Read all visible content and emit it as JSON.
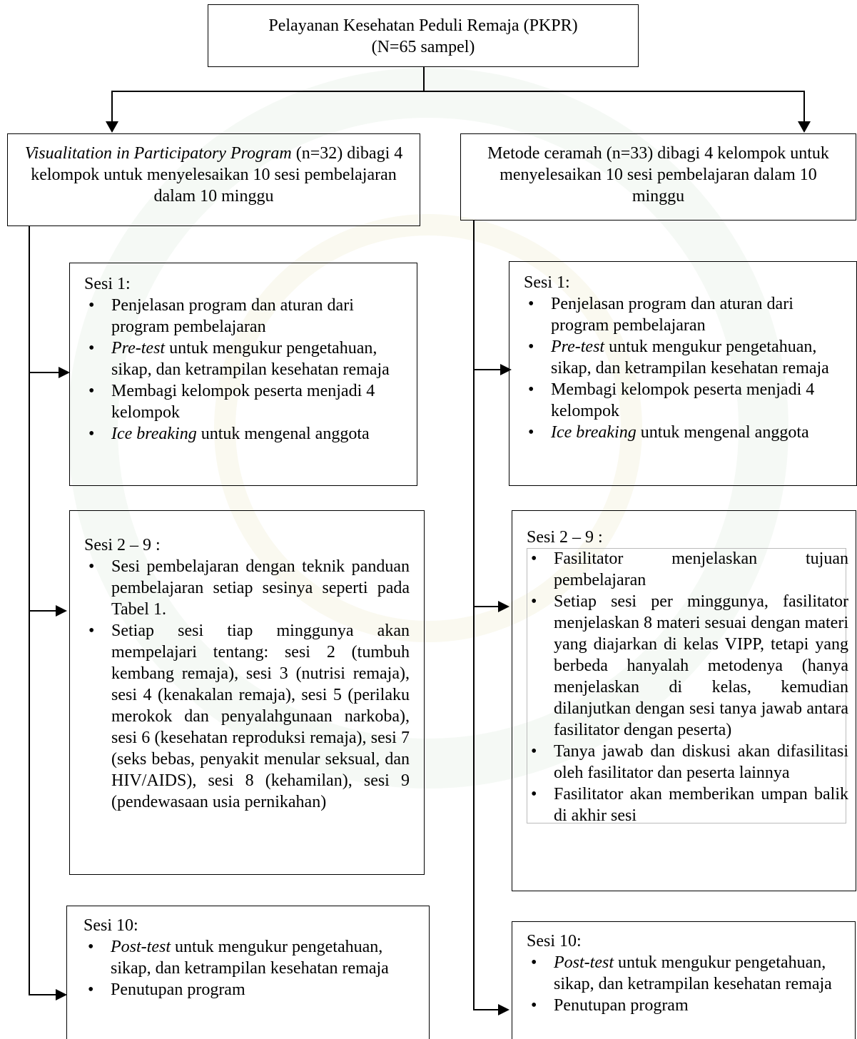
{
  "top": {
    "line1": "Pelayanan Kesehatan Peduli Remaja (PKPR)",
    "line2": "(N=65 sampel)"
  },
  "left_group": {
    "title_italic": "Visualitation in Participatory Program",
    "title_rest": " (n=32) dibagi 4 kelompok untuk menyelesaikan 10 sesi pembelajaran dalam 10 minggu"
  },
  "right_group": {
    "title": "Metode ceramah (n=33) dibagi 4 kelompok untuk menyelesaikan 10 sesi pembelajaran dalam 10 minggu"
  },
  "left_s1": {
    "heading": "Sesi 1:",
    "b1": "Penjelasan program dan aturan dari program pembelajaran",
    "b2_italic": "Pre-test",
    "b2_rest": " untuk mengukur pengetahuan, sikap, dan ketrampilan kesehatan remaja",
    "b3": "Membagi kelompok peserta menjadi 4 kelompok",
    "b4_italic": "Ice breaking",
    "b4_rest": " untuk mengenal anggota"
  },
  "right_s1": {
    "heading": "Sesi 1:",
    "b1": "Penjelasan program dan aturan dari program pembelajaran",
    "b2_italic": "Pre-test",
    "b2_rest": " untuk mengukur pengetahuan, sikap, dan ketrampilan kesehatan remaja",
    "b3": "Membagi kelompok peserta menjadi 4 kelompok",
    "b4_italic": "Ice breaking",
    "b4_rest": " untuk mengenal anggota"
  },
  "left_s29": {
    "heading": "Sesi 2 – 9 :",
    "b1": "Sesi pembelajaran dengan teknik panduan pembelajaran setiap sesinya seperti pada Tabel 1.",
    "b2": "Setiap sesi tiap minggunya akan mempelajari tentang: sesi 2 (tumbuh kembang remaja), sesi 3 (nutrisi remaja), sesi 4 (kenakalan remaja), sesi 5 (perilaku merokok dan penyalahgunaan narkoba), sesi 6 (kesehatan reproduksi remaja), sesi 7 (seks bebas, penyakit menular seksual, dan HIV/AIDS), sesi 8 (kehamilan), sesi 9 (pendewasaan usia pernikahan)"
  },
  "right_s29": {
    "heading": "Sesi 2 – 9 :",
    "b1": "Fasilitator menjelaskan tujuan pembelajaran",
    "b2": "Setiap sesi per minggunya, fasilitator menjelaskan 8 materi sesuai dengan materi yang diajarkan di kelas VIPP, tetapi yang berbeda hanyalah metodenya (hanya menjelaskan di kelas, kemudian dilanjutkan dengan sesi tanya jawab antara fasilitator dengan peserta)",
    "b3": "Tanya jawab dan diskusi akan difasilitasi oleh fasilitator dan peserta lainnya",
    "b4": "Fasilitator akan memberikan umpan balik di akhir sesi"
  },
  "left_s10": {
    "heading": "Sesi 10:",
    "b1_italic": "Post-test",
    "b1_rest": " untuk mengukur pengetahuan, sikap, dan ketrampilan kesehatan remaja",
    "b2": "Penutupan program"
  },
  "right_s10": {
    "heading": "Sesi 10:",
    "b1_italic": "Post-test",
    "b1_rest": " untuk mengukur pengetahuan, sikap, dan ketrampilan kesehatan remaja",
    "b2": "Penutupan program"
  }
}
